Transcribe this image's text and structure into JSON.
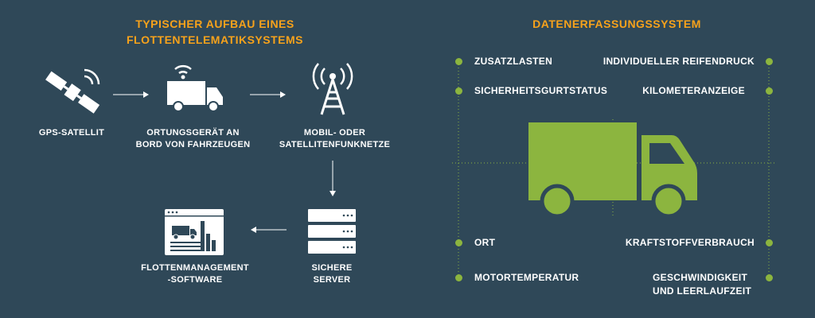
{
  "left": {
    "title_line1": "TYPISCHER AUFBAU EINES",
    "title_line2": "FLOTTENTELEMATIKSYSTEMS",
    "gps_label": "GPS-SATELLIT",
    "tracker_label_line1": "ORTUNGSGERÄT AN",
    "tracker_label_line2": "BORD VON FAHRZEUGEN",
    "network_label_line1": "MOBIL- ODER",
    "network_label_line2": "SATELLITENFUNKNETZE",
    "server_label_line1": "SICHERE",
    "server_label_line2": "SERVER",
    "software_label_line1": "FLOTTENMANAGEMENT",
    "software_label_line2": "-SOFTWARE"
  },
  "right": {
    "title": "DATENERFASSUNGSSYSTEM",
    "items": {
      "zusatzlasten": "ZUSATZLASTEN",
      "reifendruck": "INDIVIDUELLER REIFENDRUCK",
      "gurtstatus": "SICHERHEITSGURTSTATUS",
      "kilometer": "KILOMETERANZEIGE",
      "ort": "ORT",
      "kraftstoff": "KRAFTSTOFFVERBRAUCH",
      "motortemp": "MOTORTEMPERATUR",
      "geschwindigkeit_line1": "GESCHWINDIGKEIT",
      "geschwindigkeit_line2": "UND LEERLAUFZEIT"
    }
  },
  "colors": {
    "background": "#2f4858",
    "accent_orange": "#f7a21b",
    "accent_green": "#8cb53f",
    "icon_white": "#ffffff"
  }
}
